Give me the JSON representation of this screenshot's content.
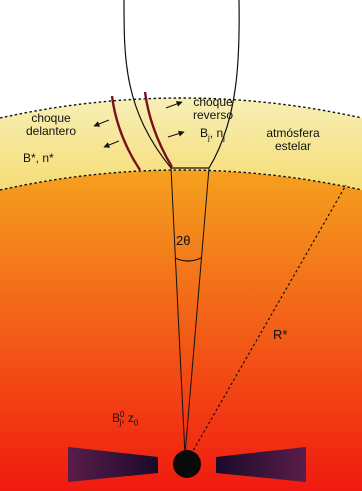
{
  "colors": {
    "atmosphere_top": "#f7f0b6",
    "atmosphere_bottom": "#f5dc75",
    "star_top": "#f5a11e",
    "star_bottom": "#f01a10",
    "shock_curve": "#7a1020",
    "jet_line": "#111111",
    "disk_outer": "#5a1d4a",
    "disk_inner": "#1a0a2a",
    "black_hole": "#0a0a0a"
  },
  "labels": {
    "forward_shock_line1": "choque",
    "forward_shock_line2": "delantero",
    "reverse_shock_line1": "choque",
    "reverse_shock_line2": "reverso",
    "jet_field_B": "B",
    "jet_field_B_sub": "j",
    "jet_field_n": ", n",
    "jet_field_n_sub": "j",
    "ambient_field": "B*, n*",
    "atmosphere_line1": "atmósfera",
    "atmosphere_line2": "estelar",
    "opening_angle": "2θ",
    "stellar_radius": "R*",
    "base_field_B": "B",
    "base_field_sub": "j",
    "base_field_sup": "0",
    "base_field_z": ", z",
    "base_field_z_sub": "0"
  }
}
